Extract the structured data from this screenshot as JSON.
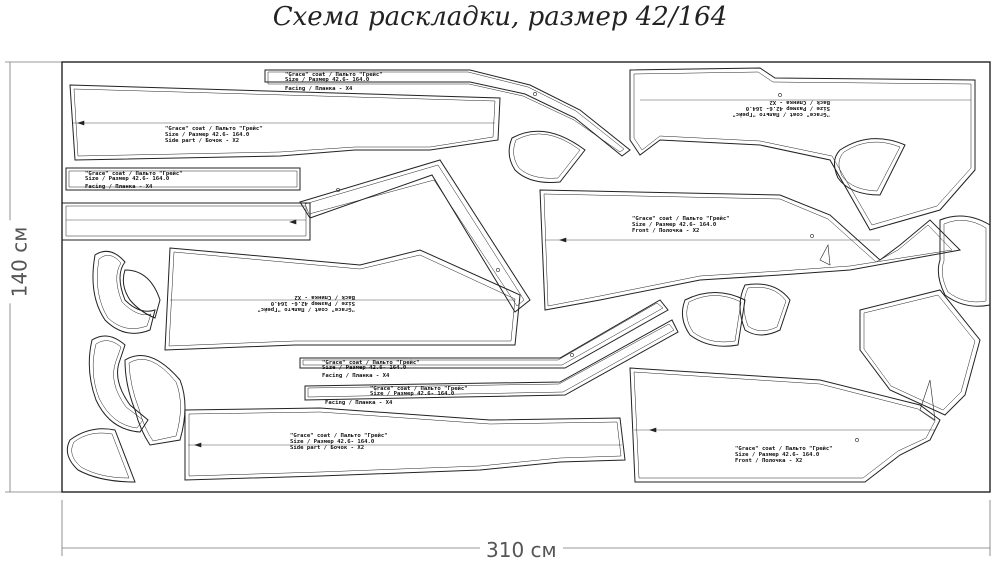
{
  "title": "Схема раскладки, размер 42/164",
  "dimensions": {
    "width_label": "310 см",
    "height_label": "140 см"
  },
  "labels": {
    "side_part": [
      "\"Grace\" coat / Пальто \"Грейс\"",
      "Size / Размер  42.6- 164.0",
      "Side part / Бочок - X2"
    ],
    "front": [
      "\"Grace\" coat / Пальто \"Грейс\"",
      "Size / Размер  42.6- 164.0",
      "Front / Полочка - X2"
    ],
    "facing_short": [
      "Facing / Планка - X4"
    ],
    "facing_header": [
      "\"Grace\" coat / Пальто \"Грейс\"",
      "Size / Размер  42.6- 164.0"
    ],
    "back_upside": [
      "\"Grace\" coat / Пальто \"Грейс\"",
      "Size / Размер  42.6- 164.0",
      "Back / Спинка - X2"
    ]
  }
}
